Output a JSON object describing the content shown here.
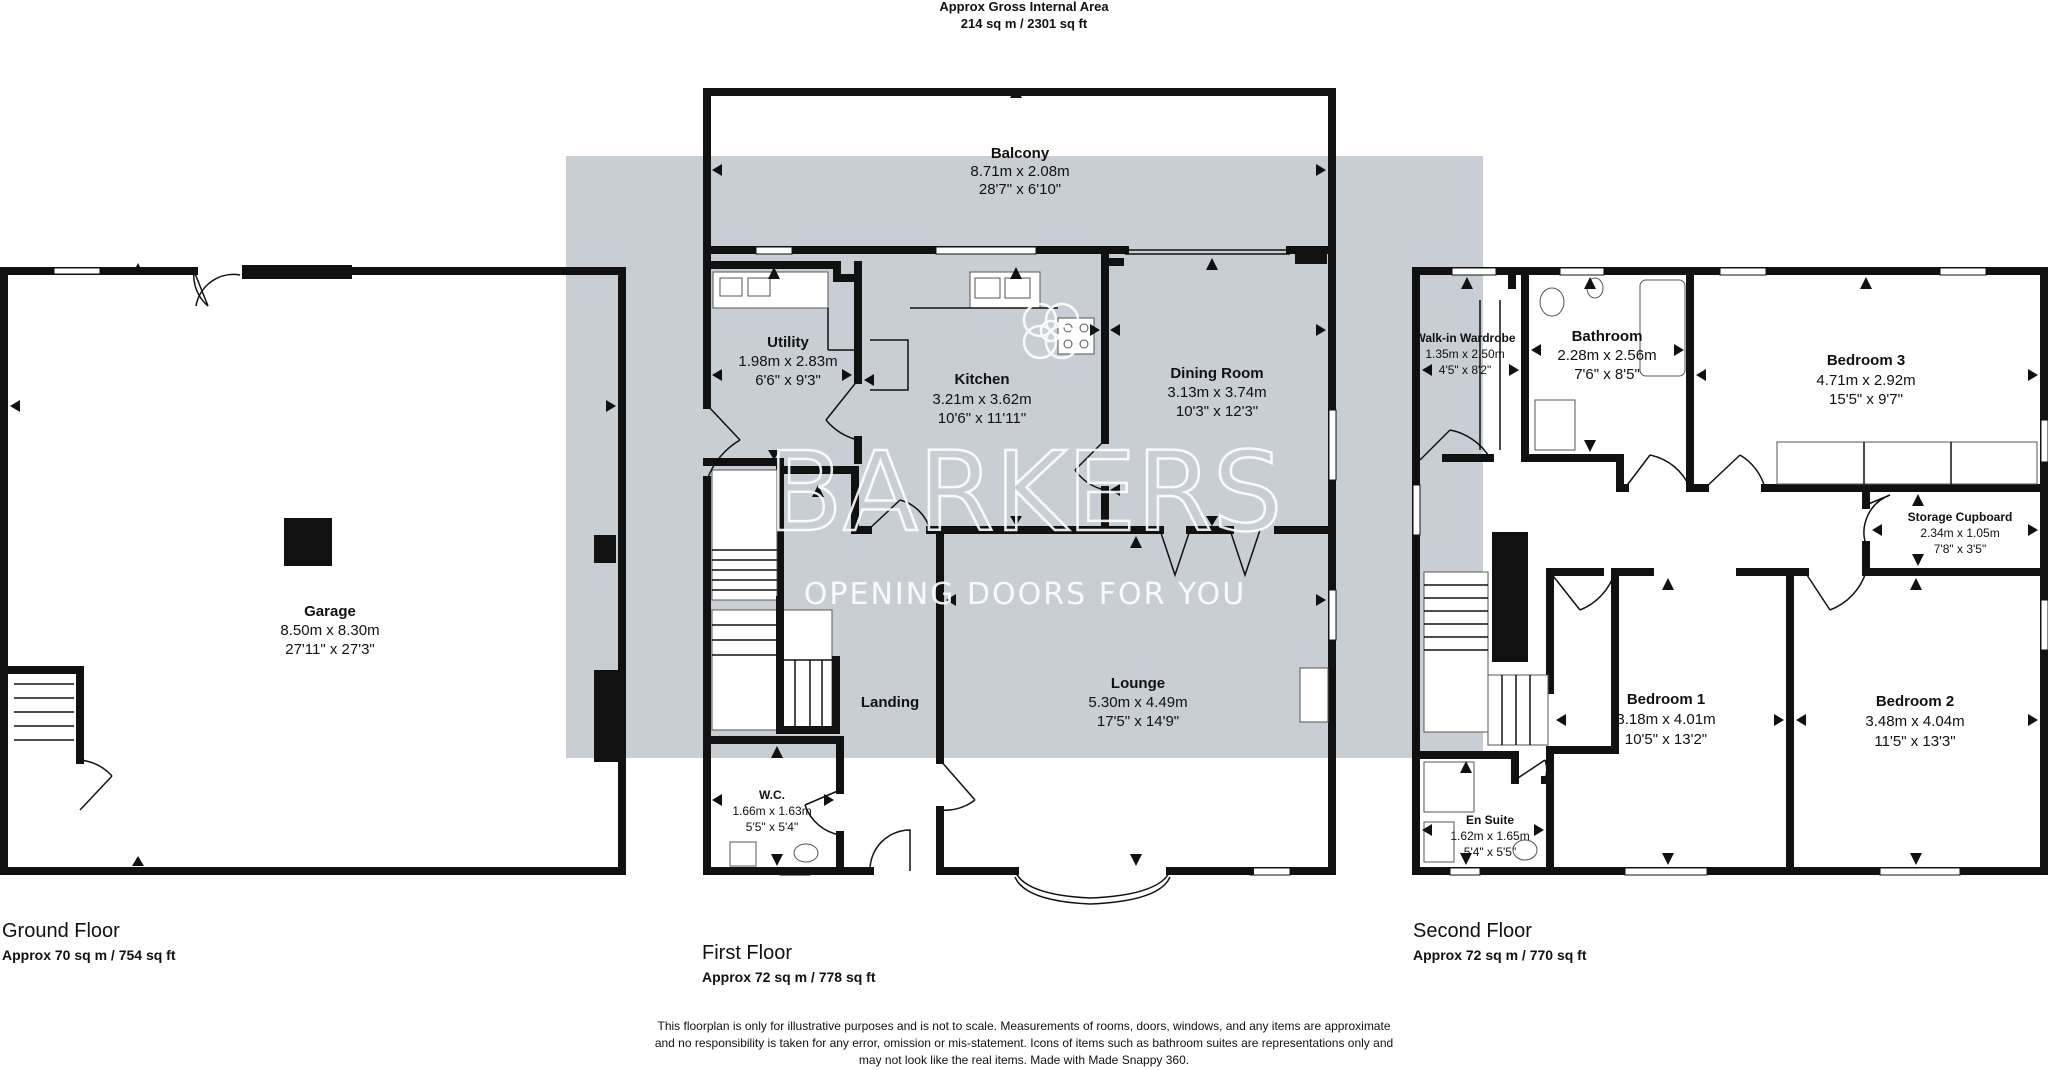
{
  "header": {
    "title": "Approx Gross Internal Area",
    "area": "214 sq m / 2301 sq ft"
  },
  "floors": {
    "ground": {
      "name": "Ground Floor",
      "area": "Approx 70 sq m / 754 sq ft"
    },
    "first": {
      "name": "First Floor",
      "area": "Approx 72 sq m / 778 sq ft"
    },
    "second": {
      "name": "Second Floor",
      "area": "Approx 72 sq m / 770 sq ft"
    }
  },
  "rooms": {
    "garage": {
      "name": "Garage",
      "metric": "8.50m x 8.30m",
      "imperial": "27'11\" x 27'3\""
    },
    "balcony": {
      "name": "Balcony",
      "metric": "8.71m x 2.08m",
      "imperial": "28'7\" x 6'10\""
    },
    "utility": {
      "name": "Utility",
      "metric": "1.98m x 2.83m",
      "imperial": "6'6\" x 9'3\""
    },
    "kitchen": {
      "name": "Kitchen",
      "metric": "3.21m x 3.62m",
      "imperial": "10'6\" x 11'11\""
    },
    "dining": {
      "name": "Dining Room",
      "metric": "3.13m x 3.74m",
      "imperial": "10'3\" x 12'3\""
    },
    "landing": {
      "name": "Landing"
    },
    "lounge": {
      "name": "Lounge",
      "metric": "5.30m x 4.49m",
      "imperial": "17'5\" x 14'9\""
    },
    "wc": {
      "name": "W.C.",
      "metric": "1.66m x 1.63m",
      "imperial": "5'5\" x 5'4\""
    },
    "wardrobe": {
      "name": "Walk-in Wardrobe",
      "metric": "1.35m x 2.50m",
      "imperial": "4'5\" x 8'2\""
    },
    "bathroom": {
      "name": "Bathroom",
      "metric": "2.28m x 2.56m",
      "imperial": "7'6\" x 8'5\""
    },
    "bedroom3": {
      "name": "Bedroom 3",
      "metric": "4.71m x 2.92m",
      "imperial": "15'5\" x 9'7\""
    },
    "storage": {
      "name": "Storage Cupboard",
      "metric": "2.34m x 1.05m",
      "imperial": "7'8\" x 3'5\""
    },
    "bedroom1": {
      "name": "Bedroom 1",
      "metric": "3.18m x 4.01m",
      "imperial": "10'5\" x 13'2\""
    },
    "bedroom2": {
      "name": "Bedroom 2",
      "metric": "3.48m x 4.04m",
      "imperial": "11'5\" x 13'3\""
    },
    "ensuite": {
      "name": "En Suite",
      "metric": "1.62m x 1.65m",
      "imperial": "5'4\" x 5'5\""
    }
  },
  "watermark": {
    "brand": "BARKERS",
    "tagline": "OPENING DOORS FOR YOU",
    "overlay_color": "#c8ced4"
  },
  "disclaimer": [
    "This floorplan is only for illustrative purposes and is not to scale. Measurements of rooms, doors, windows, and any items are approximate",
    "and no responsibility is taken for any error, omission or mis-statement. Icons of items such as bathroom suites are representations only and",
    "may not look like the real items. Made with Made Snappy 360."
  ]
}
